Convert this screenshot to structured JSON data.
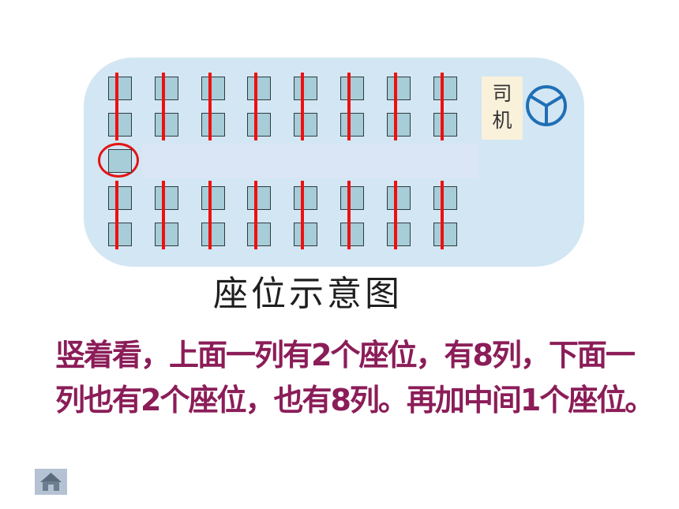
{
  "diagram": {
    "driver_label": "司\n机",
    "caption": "座位示意图",
    "seat_columns": 8,
    "seats_per_side": 2,
    "extra_aisle_seats": 1,
    "colors": {
      "bus_body": "#d3e6f3",
      "seat_fill": "#a6cdd8",
      "column_line": "#ee1010",
      "circle": "#e31515",
      "steering_wheel": "#1f6fb5",
      "driver_label_bg": "#f9f1da"
    },
    "icons": [
      "steering-wheel-icon"
    ]
  },
  "explanation": {
    "text": "竖着看，上面一列有2个座位，有8列，下面一列也有2个座位，也有8列。再加中间1个座位。",
    "color": "#8b1d58"
  },
  "navigation": {
    "home_icon": "home-icon"
  }
}
